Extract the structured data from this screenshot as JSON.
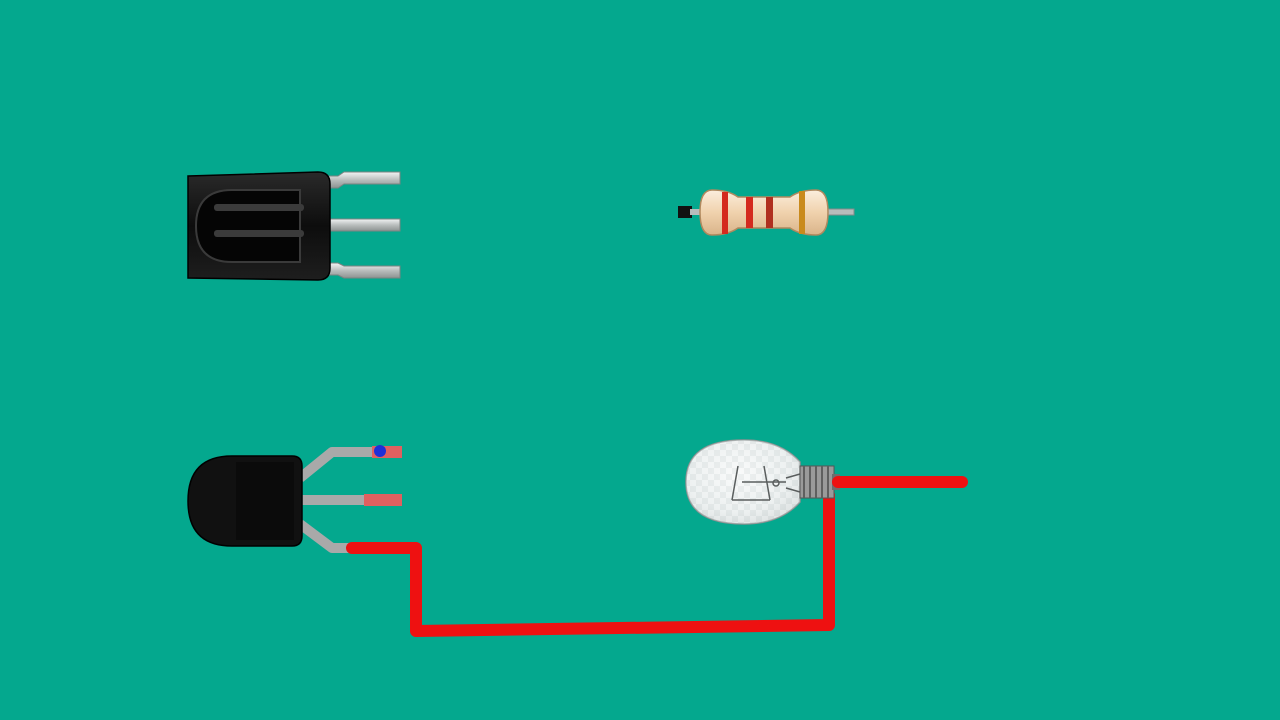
{
  "scene": {
    "background_color": "#04A88E"
  },
  "components": [
    {
      "id": "ir-receiver",
      "icon": "ir-receiver-icon",
      "pins": 3,
      "body_color": "#121212",
      "lead_color": "#C9CDCC"
    },
    {
      "id": "resistor",
      "icon": "resistor-icon",
      "body_color": "#F3D9B8",
      "bands": [
        "#D42A1E",
        "#D42A1E",
        "#B0301F",
        "#C98A1C"
      ]
    },
    {
      "id": "transistor",
      "icon": "transistor-icon",
      "pins": 3,
      "body_color": "#111111",
      "lead_color": "#A9A9A9",
      "pin_marker_colors": [
        "#E06060",
        "#E06060"
      ],
      "dot_color": "#1E2FD8"
    },
    {
      "id": "light-bulb",
      "icon": "light-bulb-icon",
      "glass_color": "#EEF2F2",
      "base_color": "#9A9A9A"
    }
  ],
  "wires": [
    {
      "id": "transistor-to-bulb",
      "color": "#EE1111"
    },
    {
      "id": "bulb-terminal-out",
      "color": "#EE1111"
    }
  ]
}
